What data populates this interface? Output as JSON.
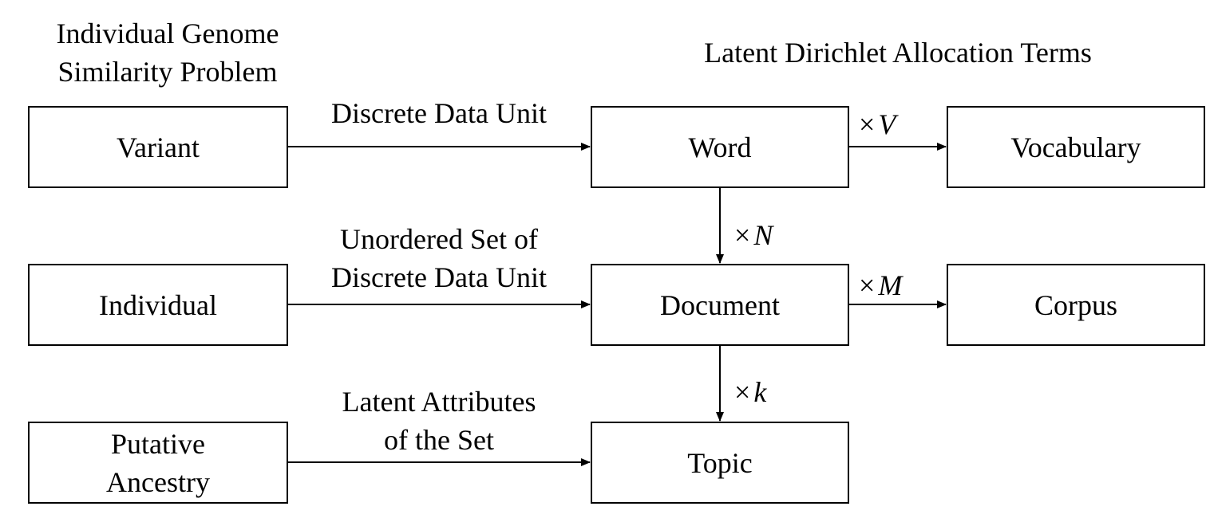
{
  "left_heading": [
    "Individual Genome",
    "Similarity Problem"
  ],
  "right_heading": "Latent Dirichlet Allocation Terms",
  "left_boxes": {
    "variant": [
      "Variant"
    ],
    "individual": [
      "Individual"
    ],
    "ancestry": [
      "Putative",
      "Ancestry"
    ]
  },
  "right_boxes": {
    "word": "Word",
    "document": "Document",
    "topic": "Topic",
    "vocabulary": "Vocabulary",
    "corpus": "Corpus"
  },
  "mapping_labels": {
    "variant_word": [
      "Discrete Data Unit"
    ],
    "individual_document": [
      "Unordered Set of",
      "Discrete Data Unit"
    ],
    "ancestry_topic": [
      "Latent Attributes",
      "of the Set"
    ]
  },
  "multipliers": {
    "word_vocabulary": {
      "symbol": "×",
      "var": "V"
    },
    "word_document": {
      "symbol": "×",
      "var": "N"
    },
    "document_corpus": {
      "symbol": "×",
      "var": "M"
    },
    "document_topic": {
      "symbol": "×",
      "var": "k"
    }
  }
}
